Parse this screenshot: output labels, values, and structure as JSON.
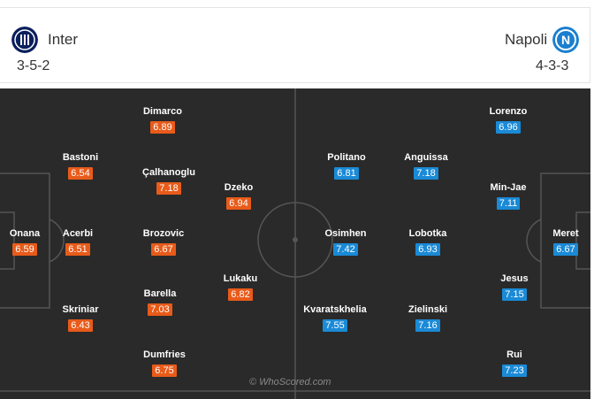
{
  "home": {
    "name": "Inter",
    "formation": "3-5-2",
    "crest_icon": "inter-crest-icon",
    "rating_color": "#e85b1a",
    "players": [
      {
        "name": "Onana",
        "rating": "6.59"
      },
      {
        "name": "Bastoni",
        "rating": "6.54"
      },
      {
        "name": "Acerbi",
        "rating": "6.51"
      },
      {
        "name": "Skriniar",
        "rating": "6.43"
      },
      {
        "name": "Dimarco",
        "rating": "6.89"
      },
      {
        "name": "Çalhanoglu",
        "rating": "7.18"
      },
      {
        "name": "Brozovic",
        "rating": "6.67"
      },
      {
        "name": "Barella",
        "rating": "7.03"
      },
      {
        "name": "Dumfries",
        "rating": "6.75"
      },
      {
        "name": "Dzeko",
        "rating": "6.94"
      },
      {
        "name": "Lukaku",
        "rating": "6.82"
      }
    ]
  },
  "away": {
    "name": "Napoli",
    "formation": "4-3-3",
    "crest_icon": "napoli-crest-icon",
    "rating_color": "#1a8ad6",
    "players": [
      {
        "name": "Politano",
        "rating": "6.81"
      },
      {
        "name": "Osimhen",
        "rating": "7.42"
      },
      {
        "name": "Kvaratskhelia",
        "rating": "7.55"
      },
      {
        "name": "Anguissa",
        "rating": "7.18"
      },
      {
        "name": "Lobotka",
        "rating": "6.93"
      },
      {
        "name": "Zielinski",
        "rating": "7.16"
      },
      {
        "name": "Lorenzo",
        "rating": "6.96"
      },
      {
        "name": "Min-Jae",
        "rating": "7.11"
      },
      {
        "name": "Jesus",
        "rating": "7.15"
      },
      {
        "name": "Rui",
        "rating": "7.23"
      },
      {
        "name": "Meret",
        "rating": "6.67"
      }
    ]
  },
  "watermark": "© WhoScored.com",
  "colors": {
    "pitch": "#2a2a2a",
    "lines": "#555555"
  }
}
